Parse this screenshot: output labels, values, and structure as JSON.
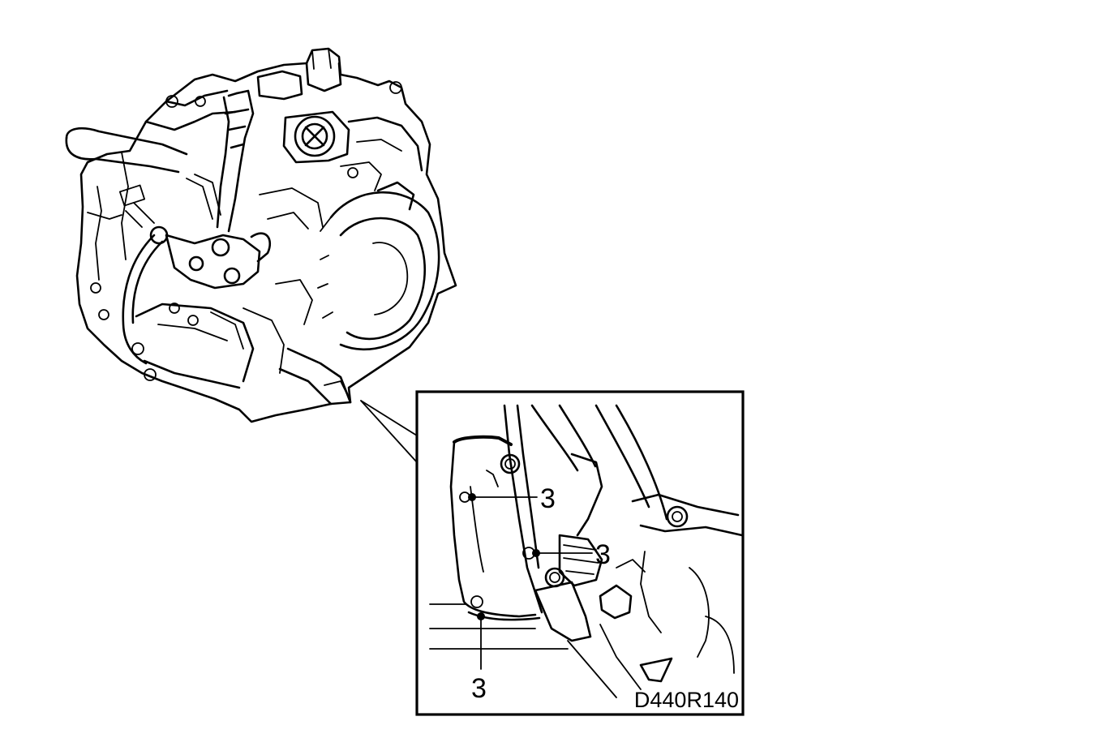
{
  "figure": {
    "code": "D440R140",
    "callouts": [
      {
        "id": "upper-left",
        "label": "3"
      },
      {
        "id": "middle",
        "label": "3"
      },
      {
        "id": "lower",
        "label": "3"
      }
    ]
  }
}
